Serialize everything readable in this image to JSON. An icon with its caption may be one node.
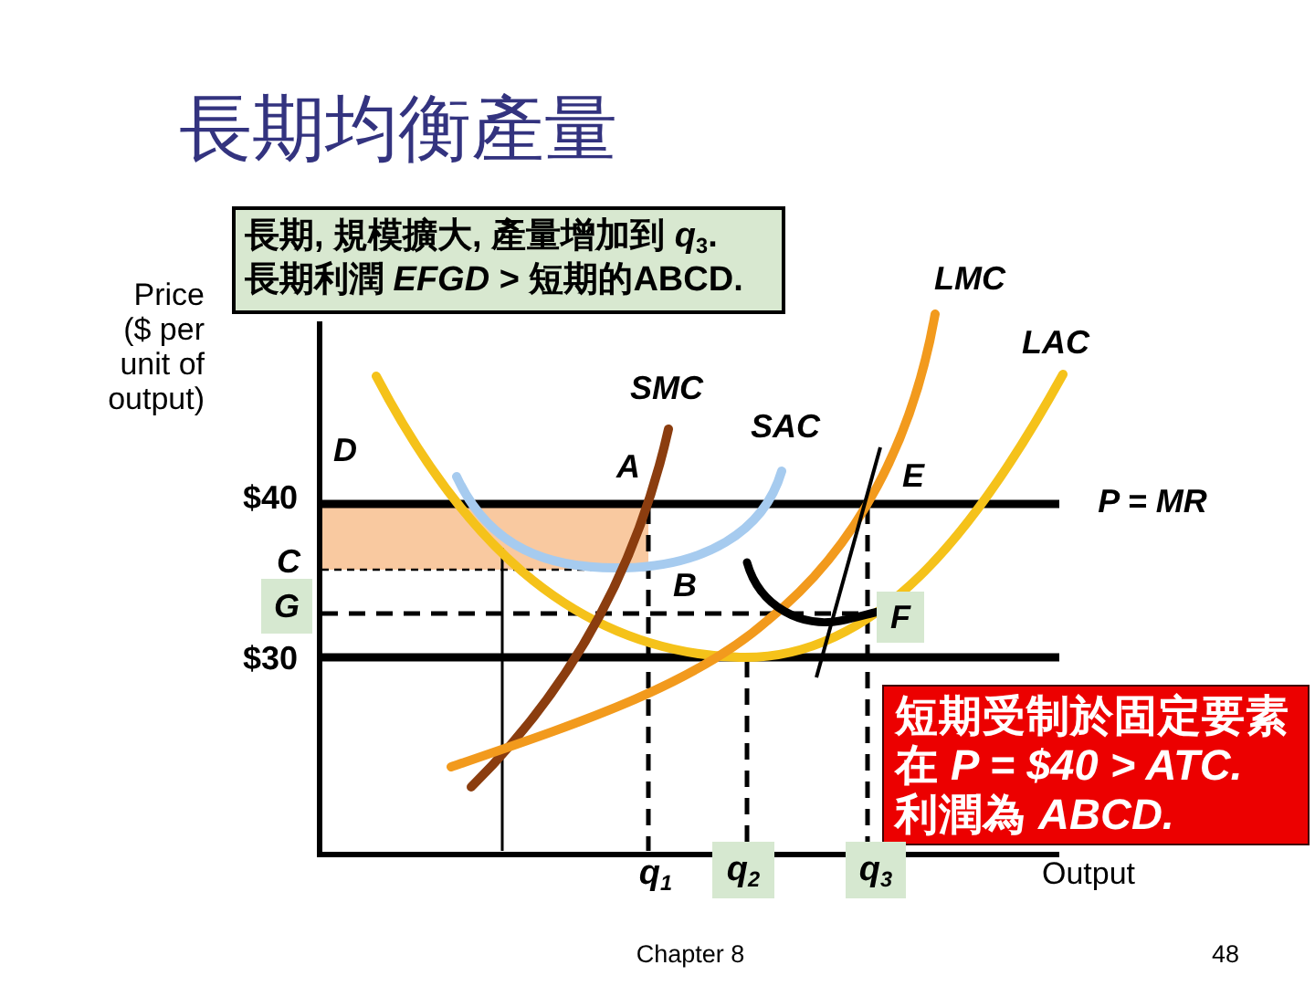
{
  "diagram": {
    "title": "長期均衡產量",
    "nodes": [
      {
        "text": [
          "長期, 規模擴大, 產量增加到 *q*$_{3}$. 長期利潤 *EFGD* > 短期的ABCD."
        ]
      },
      {
        "text": [
          "短期受制於固定要素在 *P = $40 > ATC.* 利潤為 *ABCD.*"
        ]
      }
    ],
    "labels": [
      "Price ($ per unit of output)",
      "LMC",
      "LAC",
      "SMC",
      "SAC",
      "D",
      "A",
      "E",
      "$40",
      "P = MR",
      "C",
      "G",
      "B",
      "F",
      "$30",
      "q$_{1}$",
      "q$_{2}$",
      "q$_{3}$",
      "Output",
      "Chapter 8",
      "48"
    ]
  }
}
